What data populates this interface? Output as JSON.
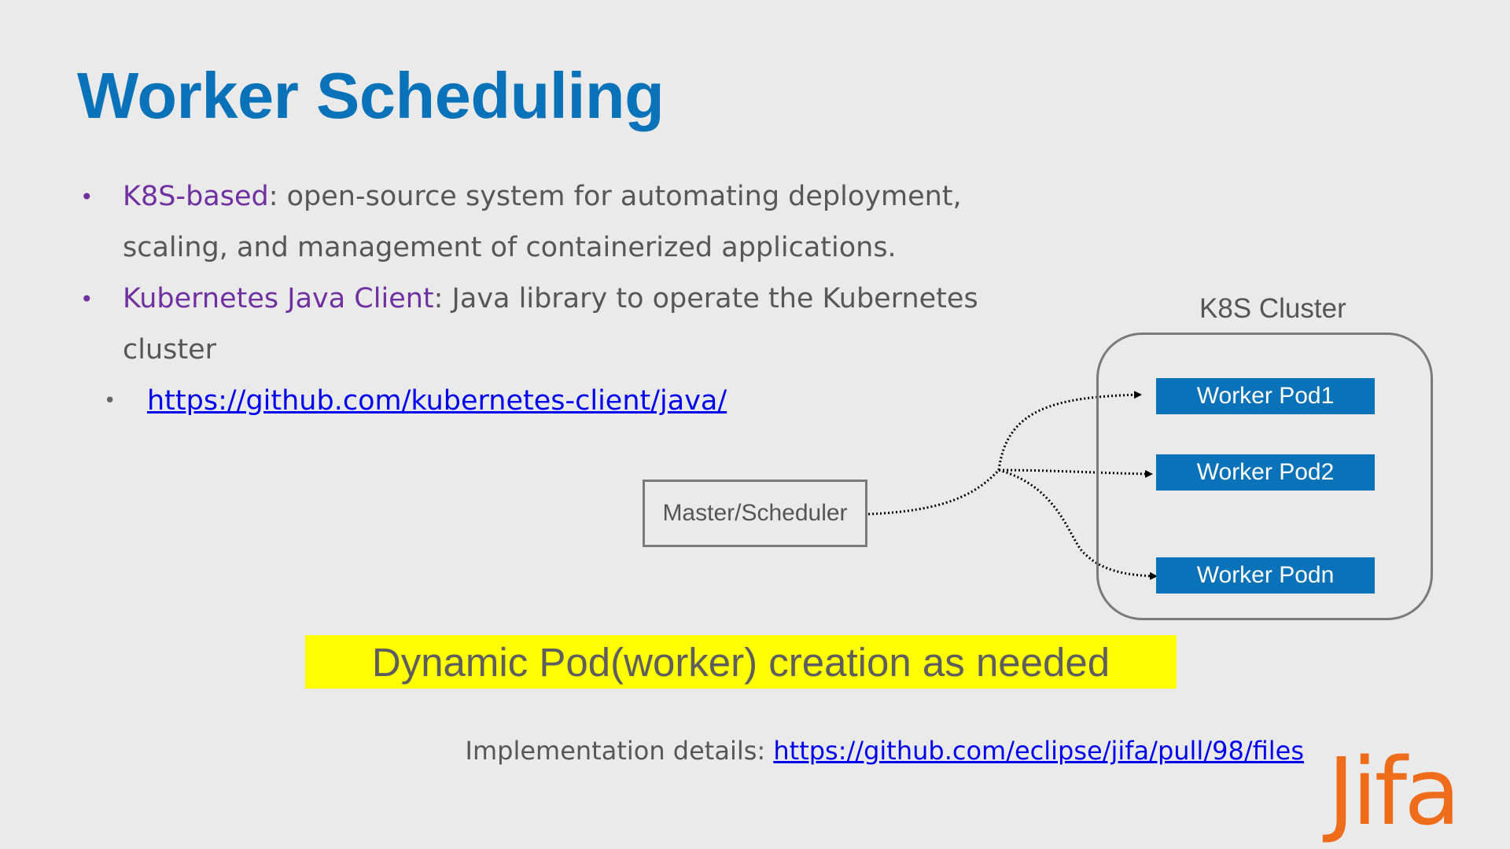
{
  "slide": {
    "title": "Worker Scheduling",
    "bullets": [
      {
        "term": "K8S-based",
        "text": ": open-source system for automating deployment, scaling, and management of containerized applications."
      },
      {
        "term": "Kubernetes Java Client",
        "text": ": Java library to operate the Kubernetes cluster"
      }
    ],
    "sub_link": "https://github.com/kubernetes-client/java/"
  },
  "diagram": {
    "cluster_label": "K8S Cluster",
    "master_label": "Master/Scheduler",
    "pods": [
      "Worker Pod1",
      "Worker Pod2",
      "Worker Podn"
    ]
  },
  "highlight": "Dynamic Pod(worker) creation as needed",
  "implementation": {
    "label": "Implementation details:",
    "link": "https://github.com/eclipse/jifa/pull/98/files"
  },
  "logo": "Jifa",
  "colors": {
    "title": "#0a72b8",
    "term": "#7030a0",
    "pod": "#0a72b8",
    "highlight": "#ffff00",
    "logo": "#ef6c1a"
  }
}
